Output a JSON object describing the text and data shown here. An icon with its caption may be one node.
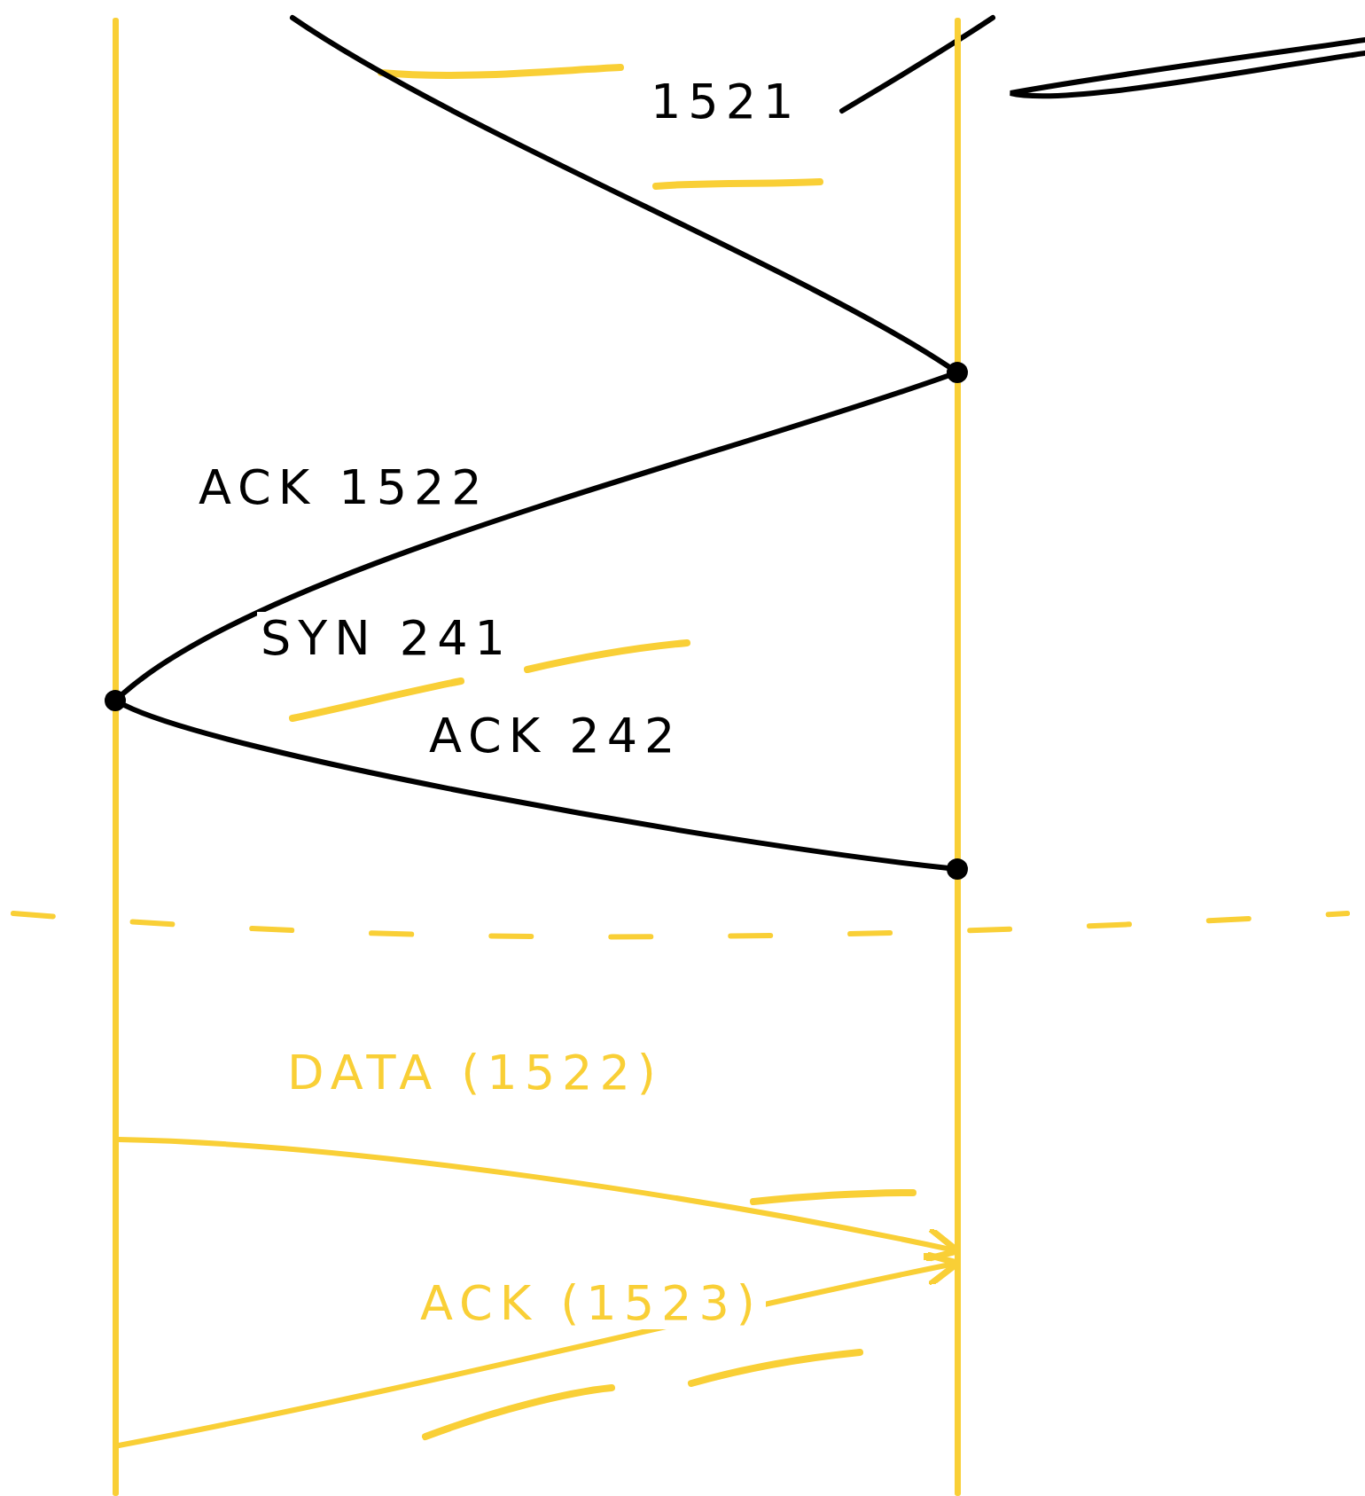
{
  "diagram": {
    "nodes": [
      {
        "text": [],
        "shape": "bar"
      },
      {
        "text": [],
        "shape": "bar"
      },
      {
        "text": [],
        "shape": "circle"
      },
      {
        "text": [],
        "shape": "circle"
      },
      {
        "text": [],
        "shape": "circle"
      }
    ],
    "edges": [
      {
        "from": null,
        "to": 2,
        "arrow": "none",
        "label": "1521"
      },
      {
        "from": 2,
        "to": 3,
        "arrow": "none",
        "label": "ACK 1522"
      },
      {
        "from": 3,
        "to": 4,
        "arrow": "none",
        "label": "ACK 242"
      },
      {
        "from": 0,
        "to": 1,
        "arrow": "to",
        "label": "DATA (1522)",
        "color": "#f9cf36"
      },
      {
        "from": 0,
        "to": 1,
        "arrow": "to",
        "label": "ACK (1523)",
        "color": "#f9cf36"
      }
    ],
    "labels": [
      "SYN 241"
    ]
  }
}
